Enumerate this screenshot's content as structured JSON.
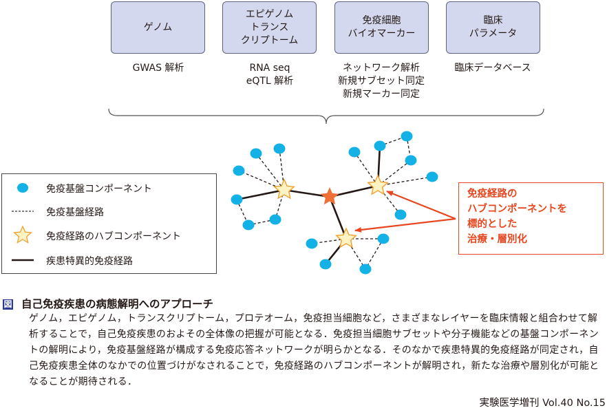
{
  "layers": [
    {
      "box": "ゲノム",
      "methods": "GWAS 解析"
    },
    {
      "box": "エピゲノム\nトランス\nクリプトーム",
      "methods": "RNA seq\neQTL 解析"
    },
    {
      "box": "免疫細胞\nバイオマーカー",
      "methods": "ネットワーク解析\n新規サブセット同定\n新規マーカー同定"
    },
    {
      "box": "臨床\nパラメータ",
      "methods": "臨床データベース"
    }
  ],
  "legend": {
    "items": [
      {
        "icon": "blue-circle",
        "label": "免疫基盤コンポーネント"
      },
      {
        "icon": "dashed-line",
        "label": "免疫基盤経路"
      },
      {
        "icon": "yellow-star",
        "label": "免疫経路のハブコンポーネント"
      },
      {
        "icon": "solid-line",
        "label": "疾患特異的免疫経路"
      }
    ]
  },
  "callout": "免疫経路の\nハブコンポーネントを\n標的とした\n治療・層別化",
  "caption": {
    "mark": "図",
    "title": "自己免疫疾患の病態解明へのアプローチ",
    "body": "ゲノム，エピゲノム，トランスクリプトーム，プロテオーム，免疫担当細胞など，さまざまなレイヤーを臨床情報と組合わせて解析することで，自己免疫疾患のおよその全体像の把握が可能となる．免疫担当細胞サブセットや分子機能などの基盤コンポーネントの解明により，免疫基盤経路が構成する免疫応答ネットワークが明らかとなる．そのなかで疾患特異的免疫経路が同定され，自己免疫疾患全体のなかでの位置づけがなされることで，免疫経路のハブコンポーネントが解明され，新たな治療や層別化が可能となることが期待される．"
  },
  "source": "実験医学増刊 Vol.40 No.15",
  "colors": {
    "node": "#14b1e7",
    "hub": "#fff3c4",
    "hub_stroke": "#f0a030",
    "center": "#ee7036",
    "accent": "#e8461e",
    "box": "#d3d8ee"
  }
}
